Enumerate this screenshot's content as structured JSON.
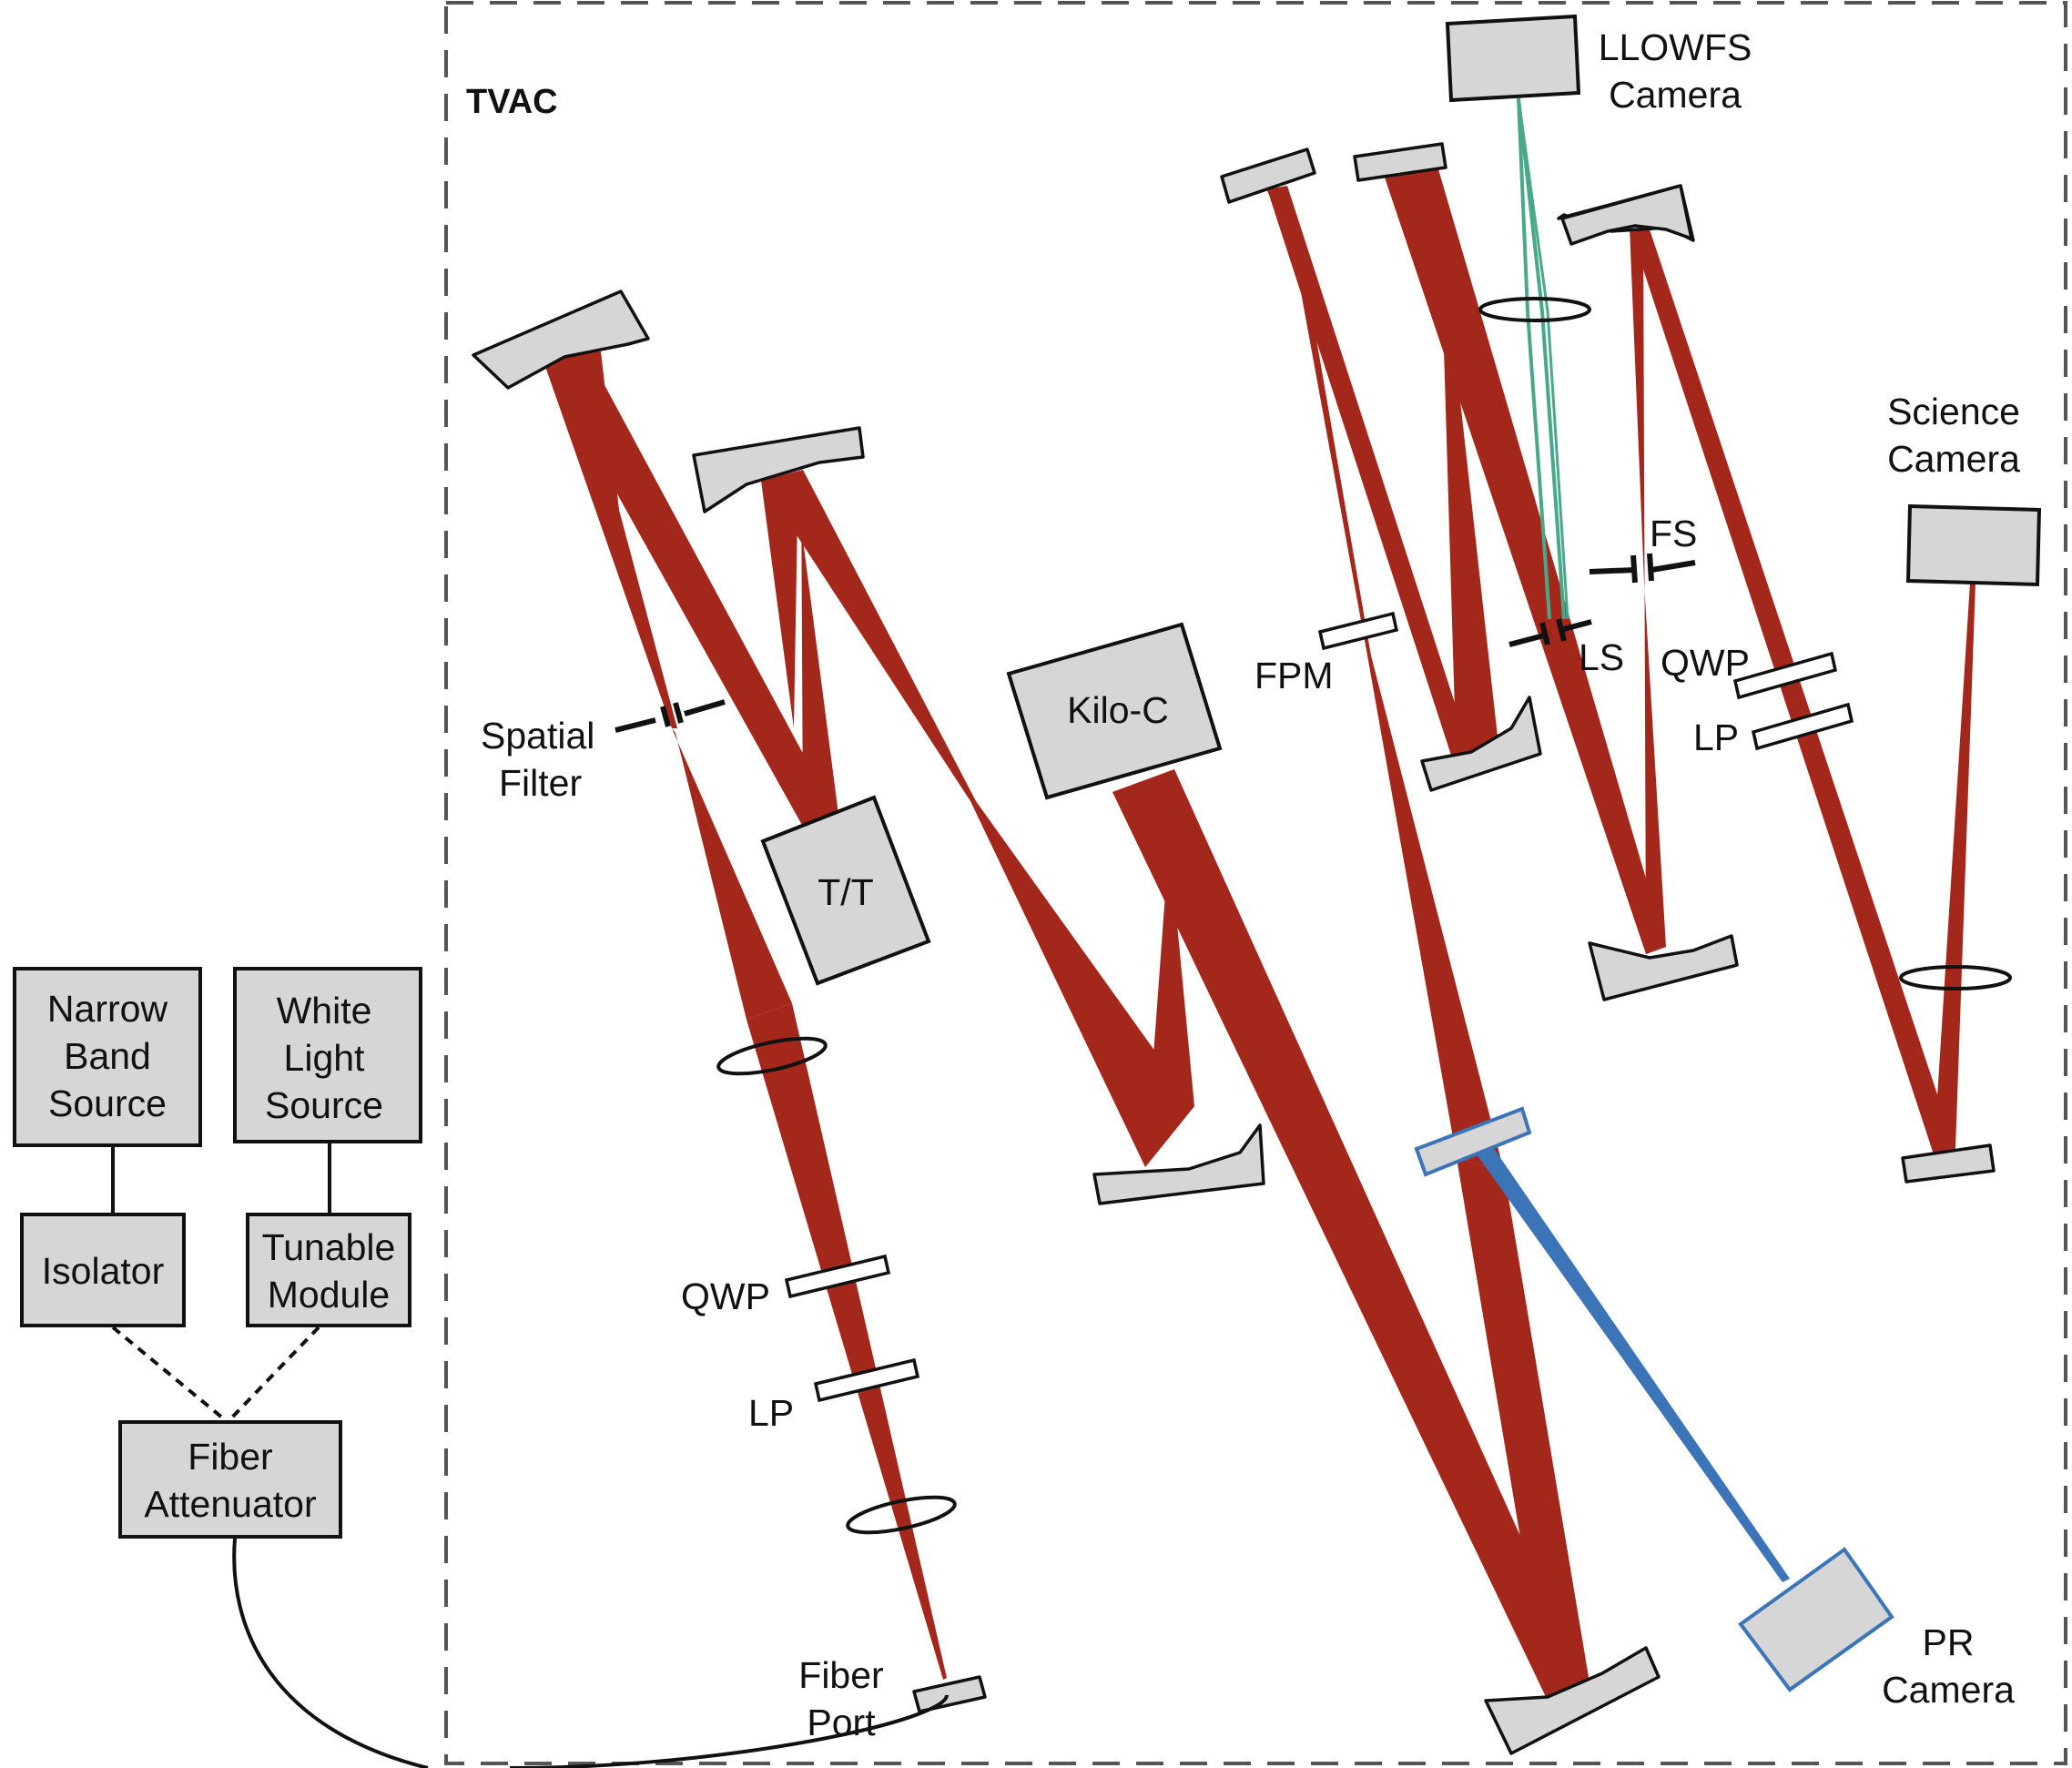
{
  "tvac_label": "TVAC",
  "sources": {
    "narrow_band": [
      "Narrow",
      "Band",
      "Source"
    ],
    "white_light": [
      "White",
      "Light",
      "Source"
    ],
    "isolator": [
      "Isolator"
    ],
    "tunable": [
      "Tunable",
      "Module"
    ],
    "attenuator": [
      "Fiber",
      "Attenuator"
    ]
  },
  "labels": {
    "spatial_filter": [
      "Spatial",
      "Filter"
    ],
    "tt": [
      "T/T"
    ],
    "kilo_c": [
      "Kilo-C"
    ],
    "qwp_left": [
      "QWP"
    ],
    "lp_left": [
      "LP"
    ],
    "fiber_port": [
      "Fiber",
      "Port"
    ],
    "fpm": [
      "FPM"
    ],
    "ls": [
      "LS"
    ],
    "fs": [
      "FS"
    ],
    "qwp_right": [
      "QWP"
    ],
    "lp_right": [
      "LP"
    ],
    "llowfs": [
      "LLOWFS",
      "Camera"
    ],
    "science": [
      "Science",
      "Camera"
    ],
    "pr": [
      "PR",
      "Camera"
    ]
  },
  "colors": {
    "beam": "#a3281b",
    "pr_beam": "#3b74b7",
    "llowfs_beam": "#4aa88a",
    "component_fill": "#d6d6d6"
  }
}
